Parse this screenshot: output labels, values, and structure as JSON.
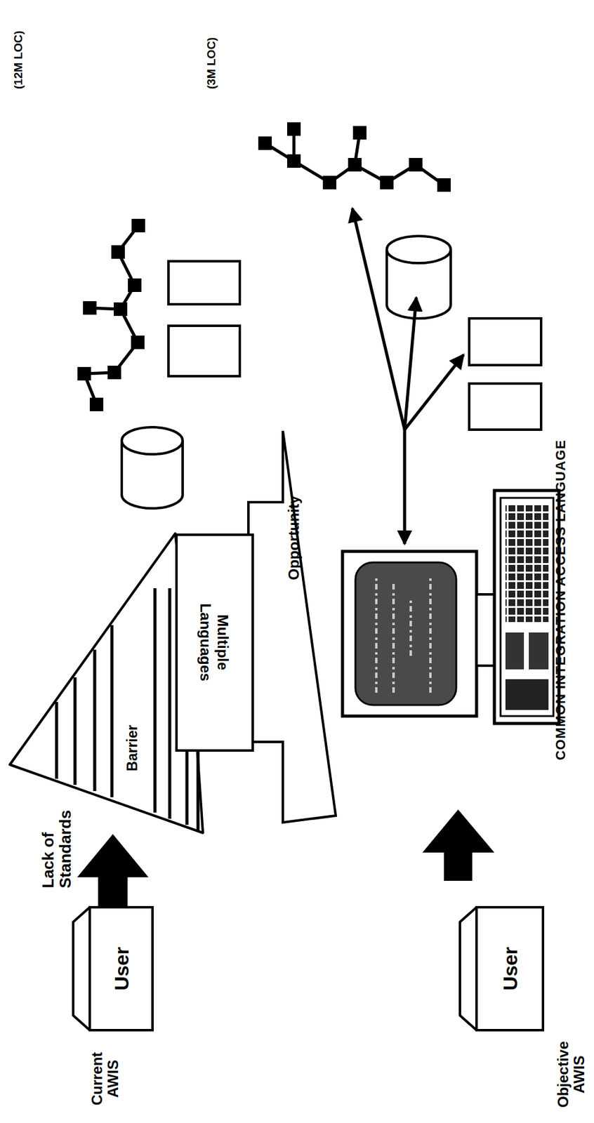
{
  "diagram": {
    "nodes": [
      {
        "text": [
          "User"
        ]
      },
      {
        "text": [
          "Multiple Languages"
        ]
      },
      {
        "text": [
          "Barrier"
        ]
      },
      {
        "text": [
          "Opportunity"
        ]
      },
      {
        "text": [
          "User"
        ]
      }
    ],
    "edges": [
      {
        "from": 0,
        "to": 2,
        "arrow": "to",
        "label": "Lack of Standards"
      }
    ],
    "labels": [
      "Current AWIS",
      "Objective AWIS",
      "(12M LOC)",
      "(3M LOC)",
      "COMMON INTEGRATION ACCESS LANGUAGE"
    ]
  }
}
